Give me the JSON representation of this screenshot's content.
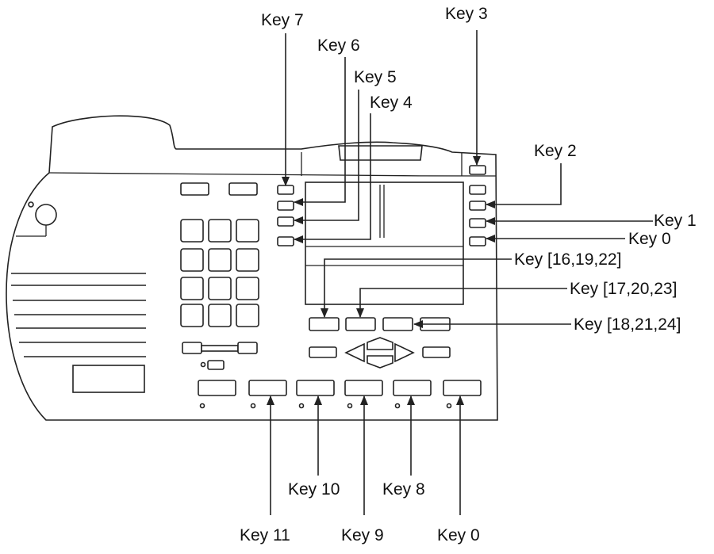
{
  "labels": {
    "key7": "Key 7",
    "key6": "Key 6",
    "key5": "Key 5",
    "key4": "Key 4",
    "key3": "Key 3",
    "key2": "Key 2",
    "key1": "Key 1",
    "key0_right": "Key 0",
    "key_16_19_22": "Key [16,19,22]",
    "key_17_20_23": "Key [17,20,23]",
    "key_18_21_24": "Key [18,21,24]",
    "key10": "Key 10",
    "key8": "Key 8",
    "key11": "Key 11",
    "key9": "Key 9",
    "key0_bottom": "Key 0"
  },
  "colors": {
    "line": "#222222",
    "text": "#111111",
    "background": "#ffffff"
  }
}
